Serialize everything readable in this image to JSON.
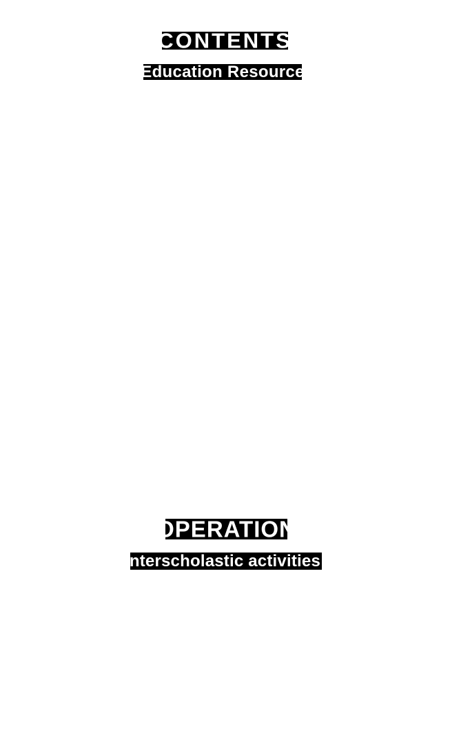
{
  "document": {
    "background_color": "#ffffff",
    "highlight_color": "#000000",
    "text_color": "#ffffff",
    "sections": [
      {
        "title": "CONTENTS",
        "subtitle": "Education Resource"
      },
      {
        "title": "OPERATION",
        "subtitle": "Interscholastic activities"
      }
    ]
  }
}
